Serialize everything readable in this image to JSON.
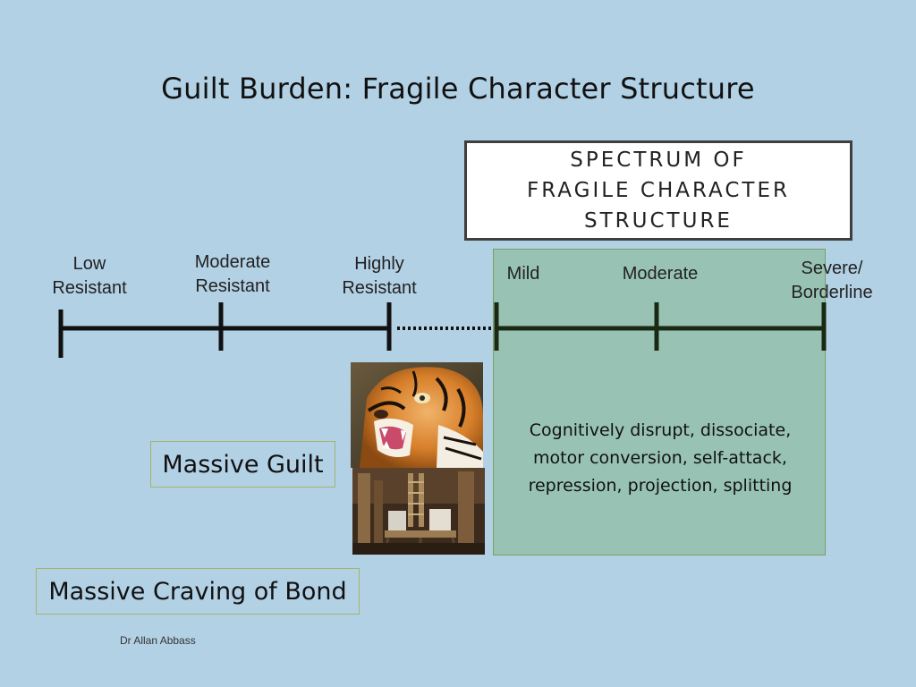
{
  "title": "Guilt Burden: Fragile Character Structure",
  "spectrum_box": {
    "lines": [
      "SPECTRUM OF",
      "FRAGILE CHARACTER",
      "STRUCTURE"
    ]
  },
  "resistance_scale": {
    "labels": [
      [
        "Low",
        "Resistant"
      ],
      [
        "Moderate",
        "Resistant"
      ],
      [
        "Highly",
        "Resistant"
      ]
    ]
  },
  "fragile_scale": {
    "labels": [
      [
        "Mild"
      ],
      [
        "Moderate"
      ],
      [
        "Severe/",
        "Borderline"
      ]
    ]
  },
  "defenses_text": [
    "Cognitively disrupt, dissociate,",
    "motor conversion, self-attack,",
    "repression, projection, splitting"
  ],
  "guilt_label": "Massive Guilt",
  "bond_label": "Massive Craving of Bond",
  "author": "Dr Allan Abbass",
  "images": [
    "tiger-photo",
    "torture-room-photo"
  ]
}
